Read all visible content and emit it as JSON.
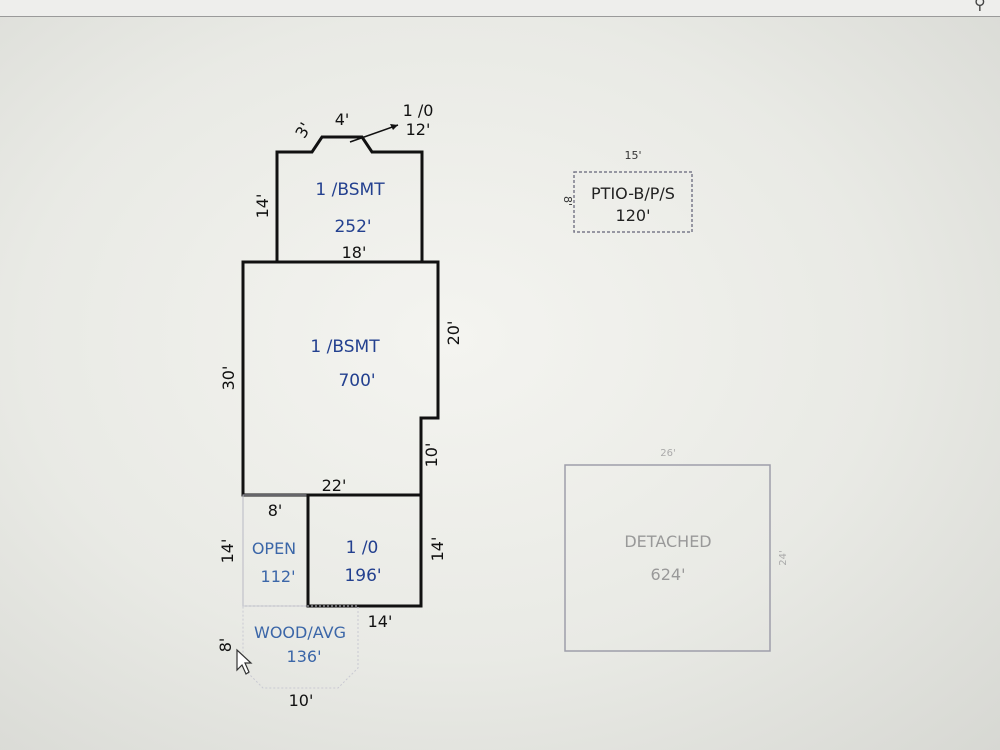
{
  "colors": {
    "wall": "#111111",
    "area_text": "#23408f",
    "detached_text": "#999999",
    "dashed_border": "#8c8c99"
  },
  "icons": {
    "search": "magnifier-icon",
    "cursor": "mouse-pointer-icon"
  },
  "sketch": {
    "upper_basement": {
      "type": "1 /BSMT",
      "area": "252'",
      "left_dim": "14'",
      "bottom_dim": "18'"
    },
    "bay": {
      "dim_left": "3'",
      "dim_top": "4'",
      "note_type": "1 /0",
      "note_dim": "12'"
    },
    "main_basement": {
      "type": "1 /BSMT",
      "area": "700'",
      "left_dim": "30'",
      "right_upper_dim": "20'",
      "right_lower_dim": "10'",
      "bottom_dim": "22'"
    },
    "open_area": {
      "type": "OPEN",
      "area": "112'",
      "top_dim": "8'",
      "left_dim": "14'"
    },
    "one_story": {
      "type": "1 /0",
      "area": "196'",
      "right_dim": "14'",
      "bottom_dim": "14'"
    },
    "wood_deck": {
      "type": "WOOD/AVG",
      "area": "136'",
      "left_dim": "8'",
      "bottom_dim": "10'"
    },
    "patio": {
      "type": "PTIO-B/P/S",
      "area": "120'",
      "top_dim": "15'",
      "left_dim": "8'"
    },
    "detached": {
      "type": "DETACHED",
      "area": "624'",
      "top_dim": "26'",
      "right_dim": "24'"
    }
  }
}
